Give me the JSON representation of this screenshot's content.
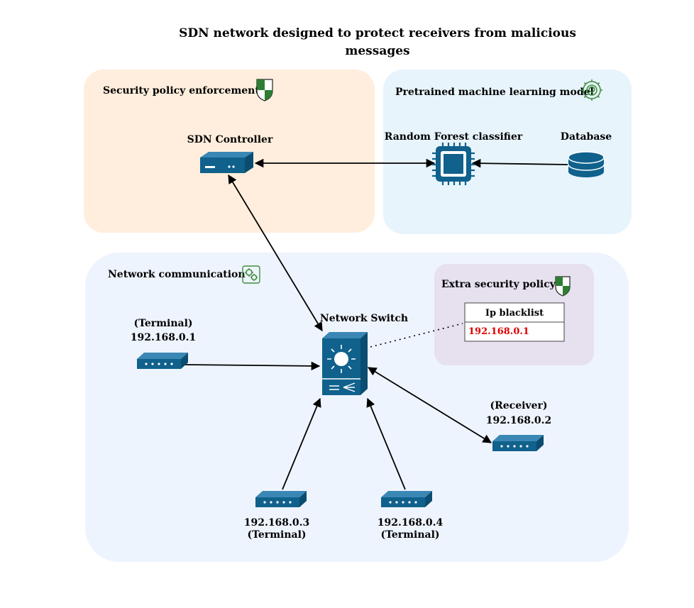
{
  "title_line1": "SDN network designed to protect receivers from malicious",
  "title_line2": "messages",
  "groups": {
    "security": {
      "label": "Security policy enforcement",
      "icon": "shield-icon"
    },
    "ml": {
      "label": "Pretrained machine learning model",
      "icon": "brain-gear-icon"
    },
    "network": {
      "label": "Network communication",
      "icon": "network-gears-icon"
    },
    "extra": {
      "label": "Extra security policy",
      "icon": "shield-icon"
    }
  },
  "nodes": {
    "controller": "SDN Controller",
    "classifier": "Random Forest classifier",
    "database": "Database",
    "switch": "Network Switch",
    "terminal1": {
      "role": "(Terminal)",
      "ip": "192.168.0.1"
    },
    "receiver": {
      "role": "(Receiver)",
      "ip": "192.168.0.2"
    },
    "terminal3": {
      "ip": "192.168.0.3",
      "role": "(Terminal)"
    },
    "terminal4": {
      "ip": "192.168.0.4",
      "role": "(Terminal)"
    }
  },
  "blacklist": {
    "header": "Ip blacklist",
    "entries": [
      "192.168.0.1"
    ]
  },
  "colors": {
    "security_bg": "#ffeedd",
    "ml_bg": "#e8f4fc",
    "network_bg": "#eef4fd",
    "extra_bg": "#e6e0ef",
    "device": "#10618c",
    "shield_green": "#2e7d32",
    "blacklist_entry": "#e00000",
    "icon_green": "#3f8f3f"
  }
}
